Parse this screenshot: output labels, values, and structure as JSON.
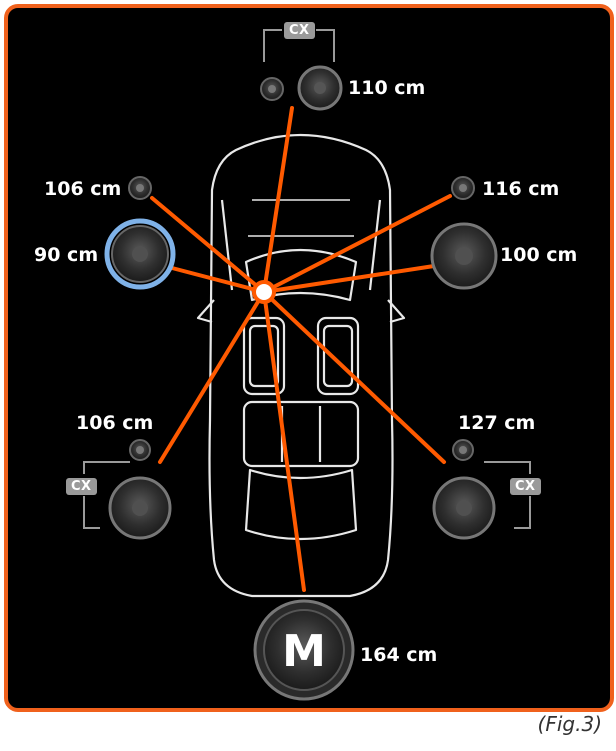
{
  "distances": {
    "top_mid": "110 cm",
    "tweeter_left": "106 cm",
    "woofer_left": "90 cm",
    "tweeter_right": "116 cm",
    "woofer_right": "100 cm",
    "rear_left": "106 cm",
    "rear_right": "127 cm",
    "sub": "164 cm"
  },
  "cx_labels": {
    "top": "CX",
    "rear_left": "CX",
    "rear_right": "CX"
  },
  "sub_letter": "M",
  "caption": "(Fig.3)",
  "colors": {
    "frame": "#f0611c",
    "lines": "#ff5a00",
    "highlight": "#7fb2e8",
    "car": "#e8e8e8"
  }
}
